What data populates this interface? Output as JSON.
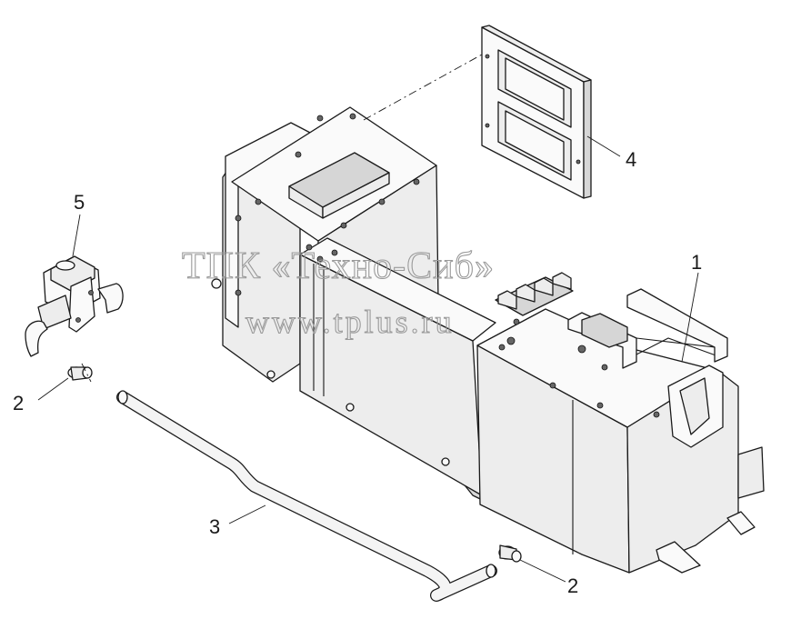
{
  "watermark": {
    "line1": "ТПК «Техно-Сиб»",
    "line2": "www.tplus.ru"
  },
  "callouts": {
    "c1": "1",
    "c2a": "2",
    "c2b": "2",
    "c3": "3",
    "c4": "4",
    "c5": "5"
  }
}
